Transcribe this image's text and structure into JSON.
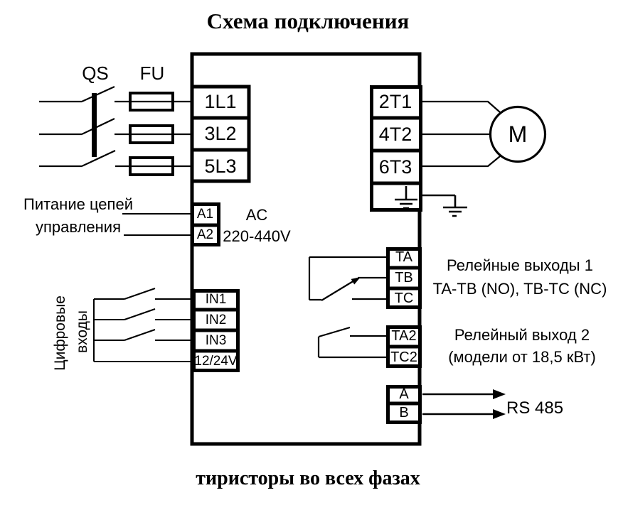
{
  "title": "Схема подключения",
  "footer": "тиристоры во всех фазах",
  "left": {
    "qs_label": "QS",
    "fu_label": "FU",
    "control_power_caption": [
      "Питание цепей",
      "управления"
    ],
    "digital_inputs_caption": [
      "Цифровые",
      "входы"
    ]
  },
  "device": {
    "power_terminals": [
      "1L1",
      "3L2",
      "5L3"
    ],
    "control_terminals": [
      "A1",
      "A2"
    ],
    "ac_rating": [
      "AC",
      "220-440V"
    ],
    "digital_terminals": [
      "IN1",
      "IN2",
      "IN3",
      "12/24V"
    ],
    "motor_terminals": [
      "2T1",
      "4T2",
      "6T3"
    ],
    "relay1_terminals": [
      "TA",
      "TB",
      "TC"
    ],
    "relay2_terminals": [
      "TA2",
      "TC2"
    ],
    "rs485_terminals": [
      "A",
      "B"
    ]
  },
  "right": {
    "motor_label": "M",
    "relay1_caption": [
      "Релейные выходы 1",
      "TA-TB (NO), TB-TC (NC)"
    ],
    "relay2_caption": [
      "Релейный выход 2",
      "(модели от 18,5 кВт)"
    ],
    "rs485_label": "RS 485"
  },
  "colors": {
    "line": "#000000",
    "background": "#ffffff"
  }
}
